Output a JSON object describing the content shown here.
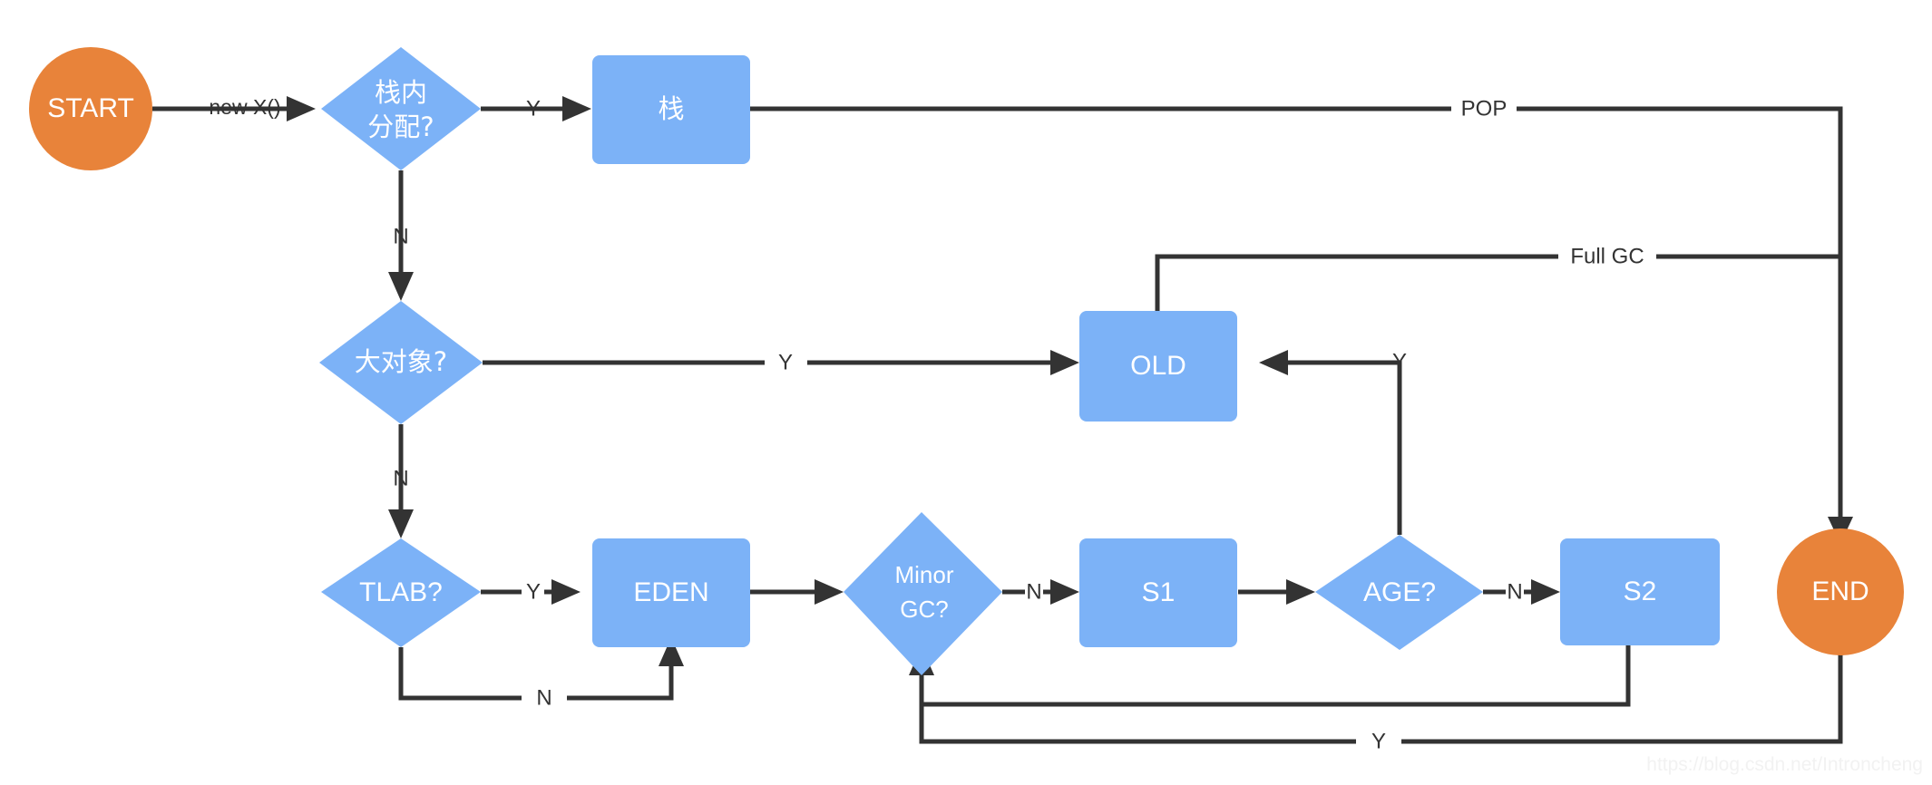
{
  "diagram": {
    "title": "JVM object allocation flowchart",
    "colors": {
      "terminal_fill": "#E8833A",
      "process_fill": "#7CB2F7",
      "decision_fill": "#7CB2F7",
      "edge_stroke": "#333333",
      "node_text": "#FFFFFF",
      "edge_text": "#333333",
      "background": "#FFFFFF",
      "watermark_text": "#F2F2F2"
    },
    "watermark": "https://blog.csdn.net/Introncheng"
  },
  "nodes": {
    "start": {
      "label": "START",
      "shape": "ellipse"
    },
    "stack_alloc": {
      "label_line1": "栈内",
      "label_line2": "分配?",
      "shape": "diamond"
    },
    "stack": {
      "label": "栈",
      "shape": "rect"
    },
    "big_object": {
      "label": "大对象?",
      "shape": "diamond"
    },
    "old": {
      "label": "OLD",
      "shape": "rect"
    },
    "tlab": {
      "label": "TLAB?",
      "shape": "diamond"
    },
    "eden": {
      "label": "EDEN",
      "shape": "rect"
    },
    "minor_gc": {
      "label_line1": "Minor",
      "label_line2": "GC?",
      "shape": "diamond"
    },
    "s1": {
      "label": "S1",
      "shape": "rect"
    },
    "age": {
      "label": "AGE?",
      "shape": "diamond"
    },
    "s2": {
      "label": "S2",
      "shape": "rect"
    },
    "end": {
      "label": "END",
      "shape": "ellipse"
    }
  },
  "edges": [
    {
      "id": "start-to-stack-alloc",
      "from": "start",
      "to": "stack_alloc",
      "label": "new X()"
    },
    {
      "id": "stack-alloc-yes",
      "from": "stack_alloc",
      "to": "stack",
      "label": "Y"
    },
    {
      "id": "stack-alloc-no",
      "from": "stack_alloc",
      "to": "big_object",
      "label": "N"
    },
    {
      "id": "stack-to-end",
      "from": "stack",
      "to": "end",
      "label": "POP"
    },
    {
      "id": "big-object-yes",
      "from": "big_object",
      "to": "old",
      "label": "Y"
    },
    {
      "id": "big-object-no",
      "from": "big_object",
      "to": "tlab",
      "label": "N"
    },
    {
      "id": "old-full-gc",
      "from": "old",
      "to": "end",
      "label": "Full GC"
    },
    {
      "id": "tlab-yes",
      "from": "tlab",
      "to": "eden",
      "label": "Y"
    },
    {
      "id": "tlab-no",
      "from": "tlab",
      "to": "eden",
      "label": "N"
    },
    {
      "id": "eden-to-minor-gc",
      "from": "eden",
      "to": "minor_gc",
      "label": ""
    },
    {
      "id": "minor-gc-no",
      "from": "minor_gc",
      "to": "s1",
      "label": "N"
    },
    {
      "id": "s1-to-age",
      "from": "s1",
      "to": "age",
      "label": ""
    },
    {
      "id": "age-yes",
      "from": "age",
      "to": "old",
      "label": "Y"
    },
    {
      "id": "age-no",
      "from": "age",
      "to": "s2",
      "label": "N"
    },
    {
      "id": "s2-to-minor-gc",
      "from": "s2",
      "to": "minor_gc",
      "label": ""
    },
    {
      "id": "minor-gc-yes-end",
      "from": "minor_gc",
      "to": "end",
      "label": "Y"
    }
  ]
}
